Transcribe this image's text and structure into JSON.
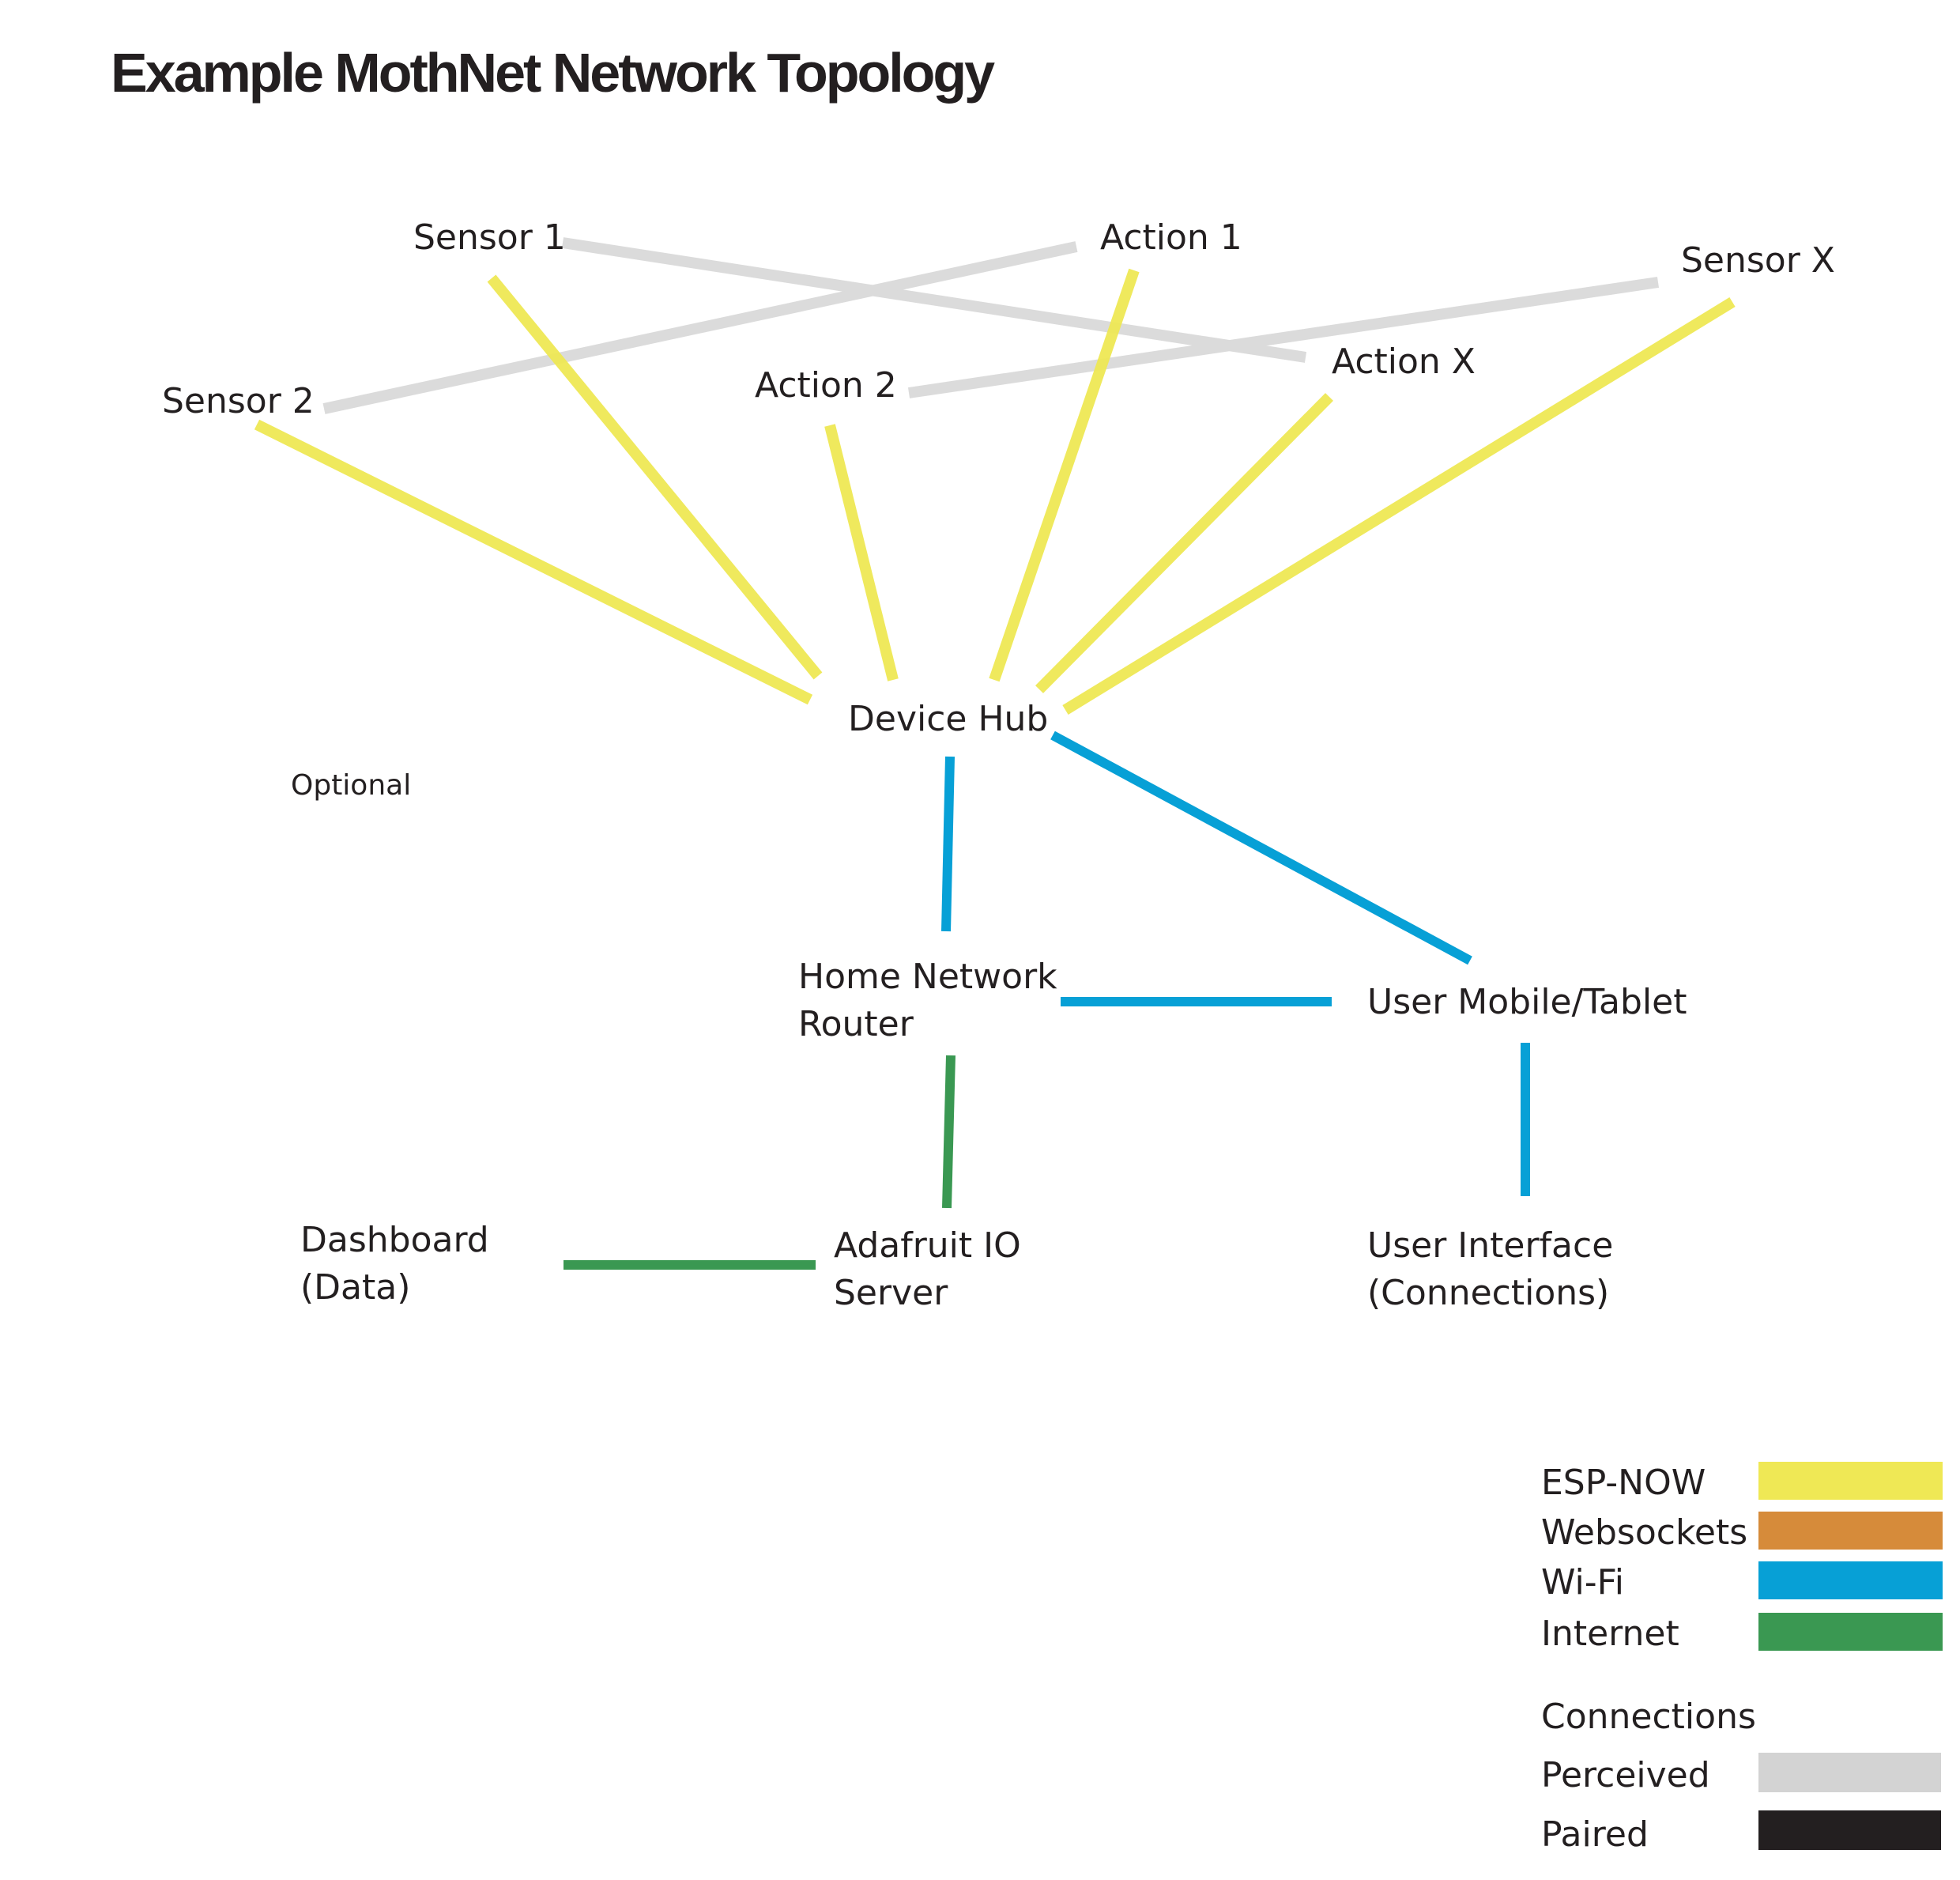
{
  "title": "Example MothNet Network Topology",
  "colors": {
    "esp_now": "#efe855",
    "websockets": "#d68b3a",
    "wifi": "#07a0d6",
    "internet": "#3a9852",
    "perceived": "#d3d3d3",
    "paired": "#231f20"
  },
  "nodes": {
    "sensor_1": "Sensor 1",
    "action_1": "Action 1",
    "sensor_x": "Sensor X",
    "sensor_2": "Sensor 2",
    "action_2": "Action 2",
    "action_x": "Action X",
    "device_hub": "Device Hub",
    "optional": "Optional",
    "router_line1": "Home Network",
    "router_line2": "Router",
    "user_mobile": "User Mobile/Tablet",
    "dashboard_line1": "Dashboard",
    "dashboard_line2": "(Data)",
    "adafruit_line1": "Adafruit IO",
    "adafruit_line2": "Server",
    "ui_line1": "User Interface",
    "ui_line2": "(Connections)"
  },
  "legend": {
    "esp_now": "ESP-NOW",
    "websockets": "Websockets",
    "wifi": "Wi-Fi",
    "internet": "Internet",
    "connections_heading": "Connections",
    "perceived": "Perceived",
    "paired": "Paired"
  },
  "connections": [
    {
      "from": "Sensor 1",
      "to": "Action X",
      "type": "perceived"
    },
    {
      "from": "Sensor 2",
      "to": "Action 1",
      "type": "perceived"
    },
    {
      "from": "Action 2",
      "to": "Sensor X",
      "type": "perceived"
    },
    {
      "from": "Sensor 2",
      "to": "Device Hub",
      "type": "esp_now"
    },
    {
      "from": "Sensor 1",
      "to": "Device Hub",
      "type": "esp_now"
    },
    {
      "from": "Action 2",
      "to": "Device Hub",
      "type": "esp_now"
    },
    {
      "from": "Action 1",
      "to": "Device Hub",
      "type": "esp_now"
    },
    {
      "from": "Action X",
      "to": "Device Hub",
      "type": "esp_now"
    },
    {
      "from": "Sensor X",
      "to": "Device Hub",
      "type": "esp_now"
    },
    {
      "from": "Device Hub",
      "to": "Home Network Router",
      "type": "wifi"
    },
    {
      "from": "Device Hub",
      "to": "User Mobile/Tablet",
      "type": "wifi"
    },
    {
      "from": "Home Network Router",
      "to": "User Mobile/Tablet",
      "type": "wifi"
    },
    {
      "from": "User Mobile/Tablet",
      "to": "User Interface (Connections)",
      "type": "wifi"
    },
    {
      "from": "Home Network Router",
      "to": "Adafruit IO Server",
      "type": "internet"
    },
    {
      "from": "Dashboard (Data)",
      "to": "Adafruit IO Server",
      "type": "internet"
    }
  ]
}
